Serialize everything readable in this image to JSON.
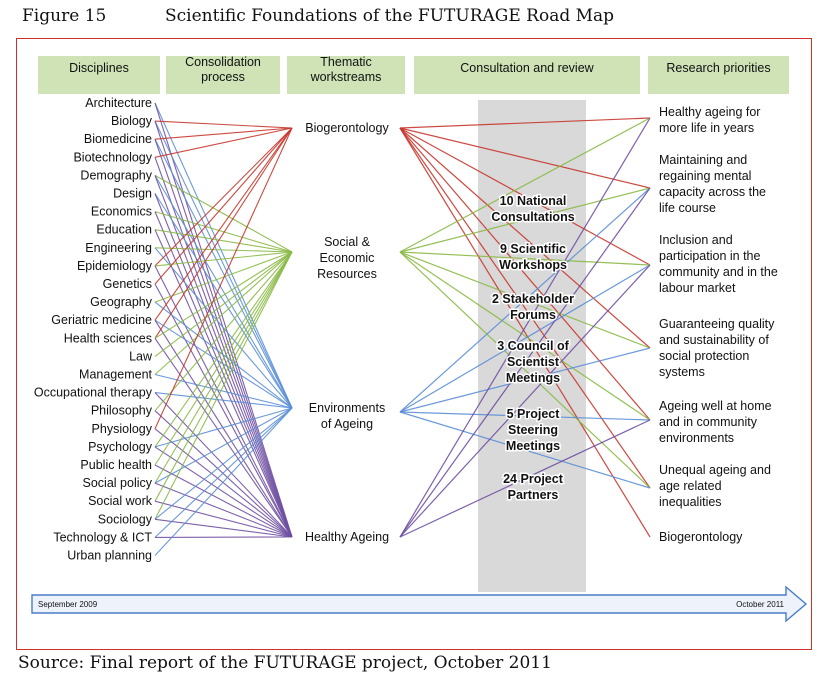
{
  "figure": {
    "number": "Figure 15",
    "title": "Scientific Foundations of the FUTURAGE Road Map",
    "source": "Source: Final report of the FUTURAGE project, October 2011"
  },
  "headers": [
    [
      "Disciplines"
    ],
    [
      "Consolidation",
      "process"
    ],
    [
      "Thematic",
      "workstreams"
    ],
    [
      "Consultation  and review"
    ],
    [
      "Research priorities"
    ]
  ],
  "disciplines": [
    "Architecture",
    "Biology",
    "Biomedicine",
    "Biotechnology",
    "Demography",
    "Design",
    "Economics",
    "Education",
    "Engineering",
    "Epidemiology",
    "Genetics",
    "Geography",
    "Geriatric medicine",
    "Health sciences",
    "Law",
    "Management",
    "Occupational therapy",
    "Philosophy",
    "Physiology",
    "Psychology",
    "Public health",
    "Social policy",
    "Social work",
    "Sociology",
    "Technology & ICT",
    "Urban planning"
  ],
  "themes": [
    {
      "lines": [
        "Biogerontology"
      ],
      "color": "#c8372d"
    },
    {
      "lines": [
        "Social &",
        "Economic",
        "Resources"
      ],
      "color": "#8aba45"
    },
    {
      "lines": [
        "Environments",
        "of Ageing"
      ],
      "color": "#5b8fd6"
    },
    {
      "lines": [
        "Healthy Ageing"
      ],
      "color": "#6f4fa3"
    }
  ],
  "consultations": [
    [
      "10 National",
      "Consultations"
    ],
    [
      "9  Scientific",
      "Workshops"
    ],
    [
      "2 Stakeholder",
      "Forums"
    ],
    [
      "3 Council of",
      "Scientist",
      "Meetings"
    ],
    [
      "5 Project",
      "Steering",
      "Meetings"
    ],
    [
      "24 Project",
      "Partners"
    ]
  ],
  "priorities": [
    [
      "Healthy ageing for",
      "more life in years"
    ],
    [
      "Maintaining and",
      "regaining mental",
      "capacity across the",
      "life course"
    ],
    [
      "Inclusion and",
      "participation in the",
      "community and in the",
      "labour market"
    ],
    [
      "Guaranteeing quality",
      "and sustainability of",
      "social protection",
      "systems"
    ],
    [
      "Ageing well at home",
      "and in community",
      "environments"
    ],
    [
      "Unequal ageing and",
      "age related",
      "inequalities"
    ],
    [
      "Biogerontology"
    ]
  ],
  "timeline": {
    "start": "September 2009",
    "end": "October 2011"
  },
  "links": {
    "disciplines_to_themes": [
      [
        0,
        2
      ],
      [
        0,
        3
      ],
      [
        1,
        0
      ],
      [
        1,
        2
      ],
      [
        1,
        3
      ],
      [
        2,
        0
      ],
      [
        2,
        2
      ],
      [
        2,
        3
      ],
      [
        3,
        0
      ],
      [
        3,
        3
      ],
      [
        4,
        1
      ],
      [
        4,
        2
      ],
      [
        4,
        3
      ],
      [
        5,
        2
      ],
      [
        5,
        3
      ],
      [
        6,
        1
      ],
      [
        6,
        3
      ],
      [
        7,
        1
      ],
      [
        7,
        3
      ],
      [
        8,
        1
      ],
      [
        8,
        2
      ],
      [
        9,
        0
      ],
      [
        9,
        1
      ],
      [
        9,
        3
      ],
      [
        10,
        0
      ],
      [
        10,
        3
      ],
      [
        11,
        1
      ],
      [
        11,
        2
      ],
      [
        12,
        0
      ],
      [
        12,
        2
      ],
      [
        12,
        3
      ],
      [
        13,
        0
      ],
      [
        13,
        1
      ],
      [
        13,
        3
      ],
      [
        14,
        1
      ],
      [
        15,
        1
      ],
      [
        15,
        2
      ],
      [
        16,
        2
      ],
      [
        16,
        3
      ],
      [
        17,
        1
      ],
      [
        17,
        3
      ],
      [
        18,
        0
      ],
      [
        18,
        3
      ],
      [
        19,
        1
      ],
      [
        19,
        2
      ],
      [
        19,
        3
      ],
      [
        20,
        1
      ],
      [
        20,
        3
      ],
      [
        21,
        1
      ],
      [
        21,
        2
      ],
      [
        21,
        3
      ],
      [
        22,
        1
      ],
      [
        22,
        3
      ],
      [
        23,
        1
      ],
      [
        23,
        2
      ],
      [
        23,
        3
      ],
      [
        24,
        2
      ],
      [
        24,
        3
      ],
      [
        25,
        2
      ]
    ],
    "themes_to_priorities": [
      [
        0,
        0
      ],
      [
        0,
        1
      ],
      [
        0,
        2
      ],
      [
        0,
        3
      ],
      [
        0,
        4
      ],
      [
        0,
        5
      ],
      [
        0,
        6
      ],
      [
        1,
        0
      ],
      [
        1,
        1
      ],
      [
        1,
        2
      ],
      [
        1,
        3
      ],
      [
        1,
        4
      ],
      [
        1,
        5
      ],
      [
        2,
        1
      ],
      [
        2,
        2
      ],
      [
        2,
        3
      ],
      [
        2,
        4
      ],
      [
        2,
        5
      ],
      [
        3,
        0
      ],
      [
        3,
        1
      ],
      [
        3,
        2
      ],
      [
        3,
        4
      ]
    ]
  },
  "colors": {
    "frame": "#d0302a",
    "header_fill": "#cfe3b6",
    "review_band": "#d9d9d9",
    "timeline": "#4a7cc8",
    "biogerontology": "#c8372d",
    "social_economic": "#8aba45",
    "environments": "#5b8fd6",
    "healthy_ageing": "#6f4fa3"
  }
}
